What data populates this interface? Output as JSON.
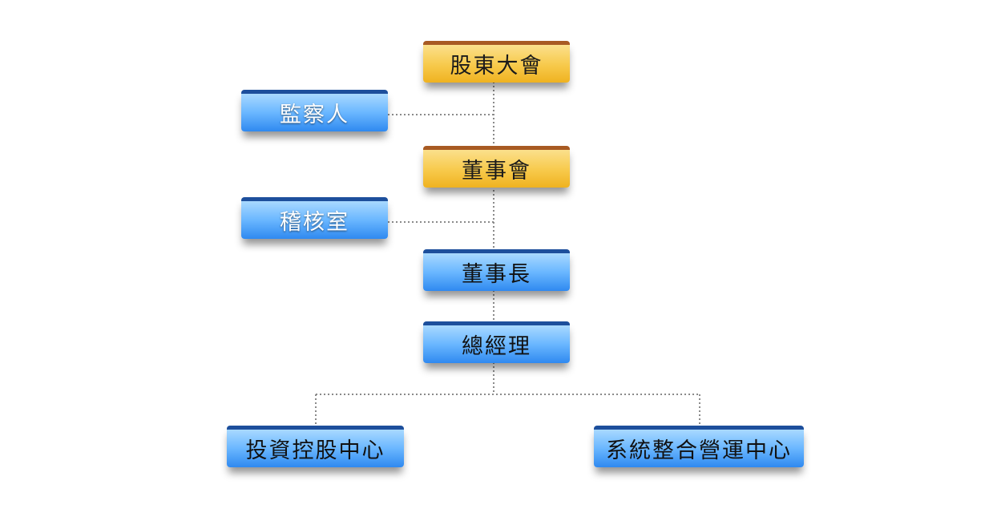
{
  "diagram": {
    "nodes": {
      "shareholders_meeting": "股東大會",
      "supervisor": "監察人",
      "board_of_directors": "董事會",
      "audit_office": "稽核室",
      "chairman": "董事長",
      "general_manager": "總經理",
      "investment_holding_center": "投資控股中心",
      "system_integration_center": "系統整合營運中心"
    },
    "colors": {
      "executive_node": "#f7c94a",
      "unit_node": "#6ab7ff",
      "connector": "#8a8a8a"
    }
  }
}
